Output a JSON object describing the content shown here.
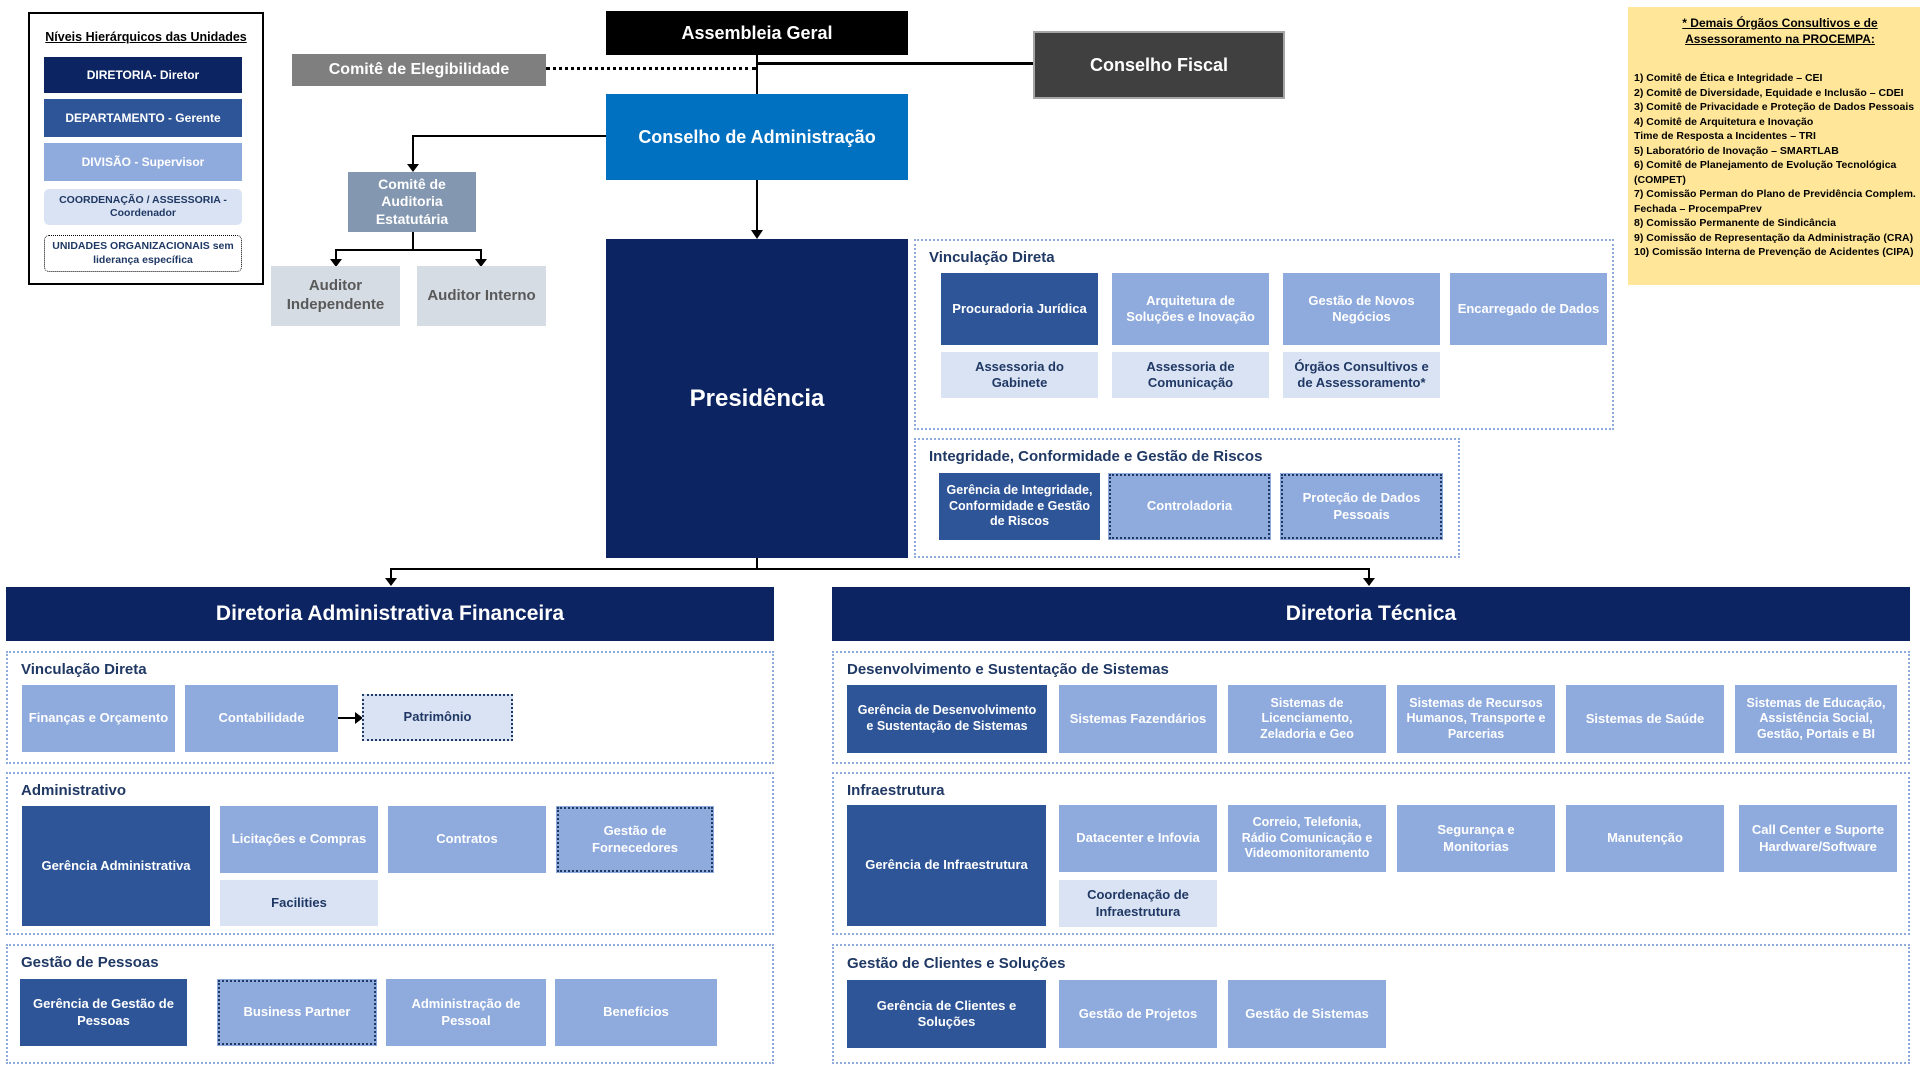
{
  "legend": {
    "title": "Níveis Hierárquicos das Unidades",
    "items": [
      "DIRETORIA- Diretor",
      "DEPARTAMENTO - Gerente",
      "DIVISÃO - Supervisor",
      "COORDENAÇÃO / ASSESSORIA - Coordenador",
      "UNIDADES ORGANIZACIONAIS sem liderança específica"
    ]
  },
  "top": {
    "assembleia": "Assembleia Geral",
    "comite_elegibilidade": "Comitê de Elegibilidade",
    "conselho_fiscal": "Conselho Fiscal",
    "conselho_adm": "Conselho de Administração",
    "comite_auditoria": "Comitê de Auditoria Estatutária",
    "auditor_independente": "Auditor Independente",
    "auditor_interno": "Auditor Interno",
    "presidencia": "Presidência"
  },
  "note": {
    "title": "* Demais Órgãos Consultivos e de Assessoramento na PROCEMPA:",
    "items": [
      "1) Comitê de Ética e Integridade – CEI",
      "2) Comitê de Diversidade, Equidade e Inclusão – CDEI",
      "3) Comitê de Privacidade e Proteção de Dados Pessoais",
      "4) Comitê de Arquitetura e Inovação",
      "Time de Resposta a Incidentes – TRI",
      "5) Laboratório de Inovação – SMARTLAB",
      "6) Comitê de Planejamento de Evolução Tecnológica (COMPET)",
      "7) Comissão Perman do Plano de Previdência Complem. Fechada – ProcempaPrev",
      "8) Comissão Permanente de Sindicância",
      "9) Comissão de Representação da Administração (CRA)",
      "10) Comissão Interna de Prevenção de Acidentes (CIPA)"
    ]
  },
  "pres_vinc": {
    "label": "Vinculação Direta",
    "procuradoria": "Procuradoria Jurídica",
    "arquitetura": "Arquitetura de Soluções e Inovação",
    "novos_negocios": "Gestão de Novos Negócios",
    "encarregado": "Encarregado de Dados",
    "assessoria_gabinete": "Assessoria do Gabinete",
    "assessoria_comunicacao": "Assessoria de Comunicação",
    "orgaos": "Órgãos Consultivos e de Assessoramento*"
  },
  "integridade": {
    "label": "Integridade, Conformidade e Gestão de Riscos",
    "gerencia": "Gerência de Integridade, Conformidade e Gestão de Riscos",
    "controladoria": "Controladoria",
    "protecao": "Proteção de Dados Pessoais"
  },
  "daf": {
    "title": "Diretoria Administrativa Financeira",
    "vinc_label": "Vinculação Direta",
    "financas": "Finanças e Orçamento",
    "contabilidade": "Contabilidade",
    "patrimonio": "Patrimônio",
    "adm_label": "Administrativo",
    "ger_adm": "Gerência Administrativa",
    "licitacoes": "Licitações e Compras",
    "contratos": "Contratos",
    "fornecedores": "Gestão de Fornecedores",
    "facilities": "Facilities",
    "pessoas_label": "Gestão de Pessoas",
    "ger_pessoas": "Gerência de Gestão de Pessoas",
    "business_partner": "Business Partner",
    "adm_pessoal": "Administração de Pessoal",
    "beneficios": "Benefícios"
  },
  "dt": {
    "title": "Diretoria Técnica",
    "dev_label": "Desenvolvimento e Sustentação de Sistemas",
    "ger_dev": "Gerência de Desenvolvimento e Sustentação de Sistemas",
    "fazendarios": "Sistemas Fazendários",
    "licenciamento": "Sistemas de Licenciamento, Zeladoria e Geo",
    "rh": "Sistemas de Recursos Humanos, Transporte e Parcerias",
    "saude": "Sistemas de Saúde",
    "educacao": "Sistemas de Educação, Assistência Social, Gestão, Portais e BI",
    "infra_label": "Infraestrutura",
    "ger_infra": "Gerência de Infraestrutura",
    "datacenter": "Datacenter e Infovia",
    "correio": "Correio, Telefonia, Rádio Comunicação e Videomonitoramento",
    "seguranca": "Segurança e Monitorias",
    "manutencao": "Manutenção",
    "callcenter": "Call Center e Suporte Hardware/Software",
    "coord_infra": "Coordenação de Infraestrutura",
    "clientes_label": "Gestão de Clientes e Soluções",
    "ger_clientes": "Gerência de Clientes e Soluções",
    "projetos": "Gestão de Projetos",
    "sistemas": "Gestão de Sistemas"
  }
}
